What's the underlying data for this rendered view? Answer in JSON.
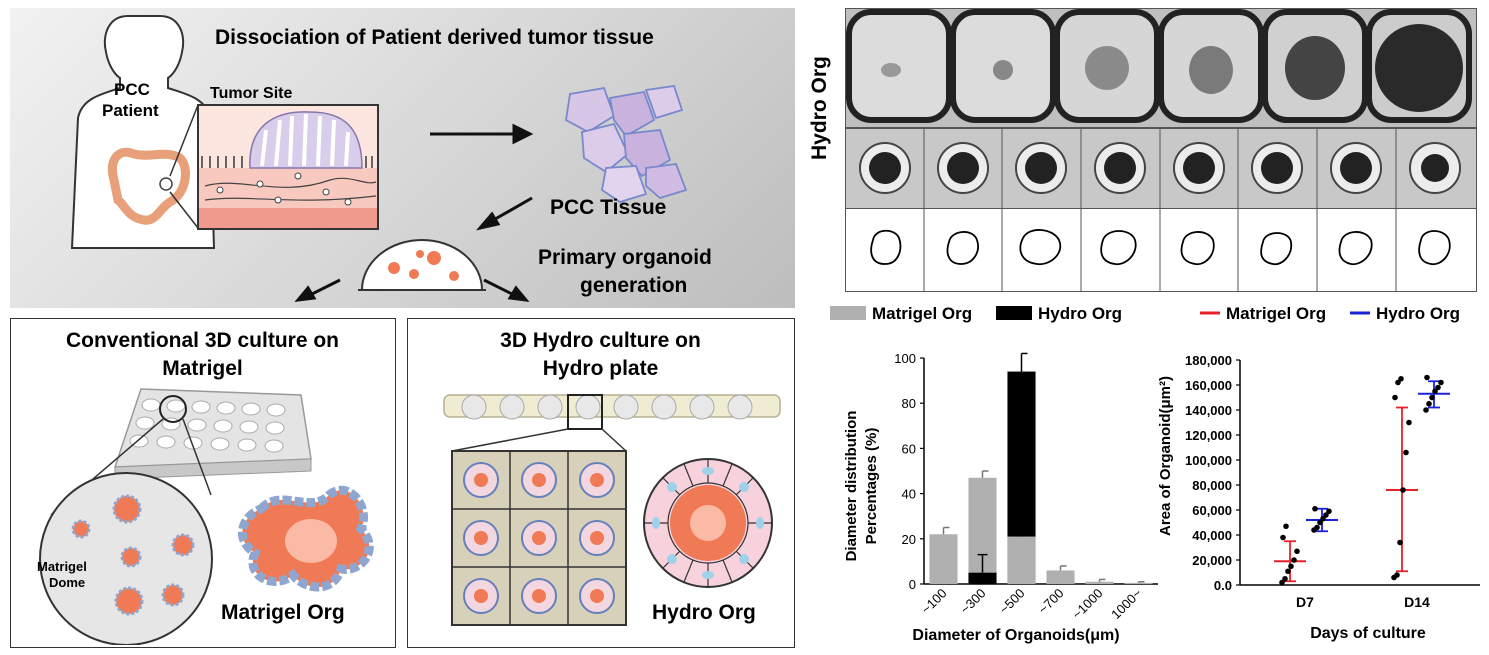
{
  "top": {
    "title": "Dissociation of Patient derived tumor tissue",
    "patient_label_1": "PCC",
    "patient_label_2": "Patient",
    "tumor_site": "Tumor Site",
    "pcc_tissue": "PCC Tissue",
    "primary_1": "Primary organoid",
    "primary_2": "generation"
  },
  "conv": {
    "title_1": "Conventional 3D culture on",
    "title_2": "Matrigel",
    "dome_1": "Matrigel",
    "dome_2": "Dome",
    "org_label": "Matrigel Org"
  },
  "hydro": {
    "title_1": "3D Hydro culture on",
    "title_2": "Hydro plate",
    "org_label": "Hydro Org"
  },
  "micrographs": {
    "side_label": "Hydro Org"
  },
  "colors": {
    "matrigel": "#b0b0b0",
    "hydro": "#000000",
    "red": "#e8202a",
    "blue": "#1a22d8",
    "organoid": "#f07a55"
  },
  "chart_data": [
    {
      "type": "bar",
      "legend": [
        "Matrigel Org",
        "Hydro Org"
      ],
      "ylabel_1": "Diameter distribution",
      "ylabel_2": "Percentages (%)",
      "xlabel": "Diameter of Organoids(μm)",
      "categories": [
        "~100",
        "~300",
        "~500",
        "~700",
        "~1000",
        "1000~"
      ],
      "ylim": [
        0,
        100
      ],
      "yticks": [
        "0",
        "20",
        "40",
        "60",
        "80",
        "100"
      ],
      "series": [
        {
          "name": "Matrigel Org",
          "values": [
            22,
            47,
            21,
            6,
            1,
            0.5
          ],
          "errors": [
            3,
            3,
            5,
            2,
            1,
            0.5
          ]
        },
        {
          "name": "Hydro Org",
          "values": [
            0,
            5,
            94,
            0,
            0,
            0
          ],
          "errors": [
            0,
            8,
            8,
            0,
            0,
            0
          ]
        }
      ]
    },
    {
      "type": "scatter",
      "legend": [
        "Matrigel Org",
        "Hydro Org"
      ],
      "ylabel": "Area of Organoid(μm²)",
      "xlabel": "Days of culture",
      "categories": [
        "D7",
        "D14"
      ],
      "ylim": [
        0,
        180000
      ],
      "yticks": [
        "0.0",
        "20,000",
        "40,000",
        "60,000",
        "80,000",
        "100,000",
        "120,000",
        "140,000",
        "160,000",
        "180,000"
      ],
      "series": [
        {
          "name": "Matrigel Org",
          "D7": {
            "mean": 19000,
            "low": 3000,
            "high": 35000,
            "points": [
              2000,
              5000,
              11000,
              15000,
              20000,
              27000,
              38000,
              47000
            ]
          },
          "D14": {
            "mean": 76000,
            "low": 11000,
            "high": 142000,
            "points": [
              6000,
              8000,
              34000,
              76000,
              106000,
              130000,
              150000,
              162000,
              165000
            ]
          }
        },
        {
          "name": "Hydro Org",
          "D7": {
            "mean": 52000,
            "low": 43000,
            "high": 61000,
            "points": [
              44000,
              46000,
              50000,
              53000,
              56000,
              59000,
              61000
            ]
          },
          "D14": {
            "mean": 153000,
            "low": 142000,
            "high": 163000,
            "points": [
              140000,
              145000,
              150000,
              155000,
              158000,
              162000,
              166000
            ]
          }
        }
      ]
    }
  ]
}
